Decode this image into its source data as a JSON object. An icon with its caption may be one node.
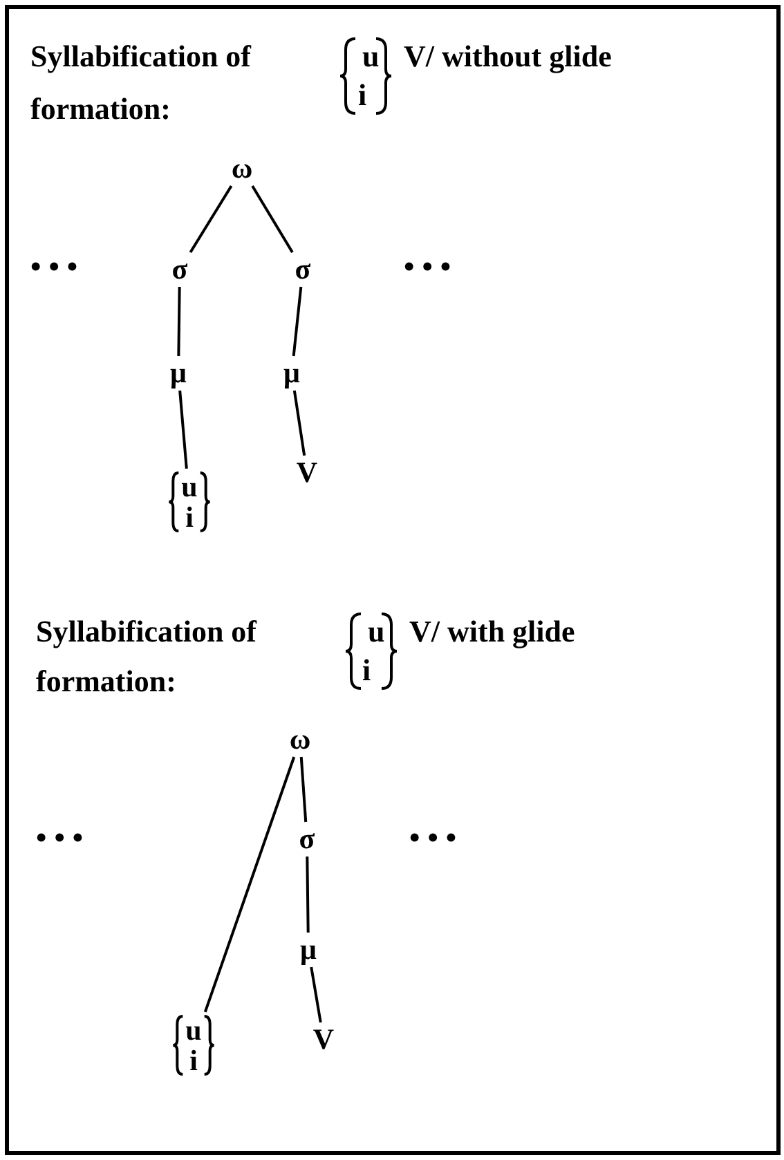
{
  "diagram": {
    "nodes": [
      {
        "text": [
          "ω"
        ]
      },
      {
        "text": [
          "σ"
        ]
      },
      {
        "text": [
          "σ"
        ]
      },
      {
        "text": [
          "μ"
        ]
      },
      {
        "text": [
          "μ"
        ]
      },
      {
        "text": [
          "u",
          "i"
        ]
      },
      {
        "text": [
          "V"
        ]
      },
      {
        "text": [
          "ω"
        ]
      },
      {
        "text": [
          "σ"
        ]
      },
      {
        "text": [
          "μ"
        ]
      },
      {
        "text": [
          "u",
          "i"
        ]
      },
      {
        "text": [
          "V"
        ]
      }
    ],
    "edges": [
      {
        "from": 0,
        "to": 1,
        "arrow": "none"
      },
      {
        "from": 0,
        "to": 2,
        "arrow": "none"
      },
      {
        "from": 1,
        "to": 3,
        "arrow": "none"
      },
      {
        "from": 2,
        "to": 4,
        "arrow": "none"
      },
      {
        "from": 3,
        "to": 5,
        "arrow": "none"
      },
      {
        "from": 4,
        "to": 6,
        "arrow": "none"
      },
      {
        "from": 7,
        "to": 8,
        "arrow": "none"
      },
      {
        "from": 8,
        "to": 9,
        "arrow": "none"
      },
      {
        "from": 9,
        "to": 11,
        "arrow": "none"
      },
      {
        "from": 7,
        "to": 10,
        "arrow": "none"
      }
    ],
    "labels": [
      "Syllabification of",
      "u",
      "i",
      "V/ without glide",
      "formation:",
      "• • •",
      "• • •",
      "Syllabification of",
      "u",
      "i",
      "V/ with glide",
      "formation:",
      "• • •",
      "• • •"
    ]
  }
}
